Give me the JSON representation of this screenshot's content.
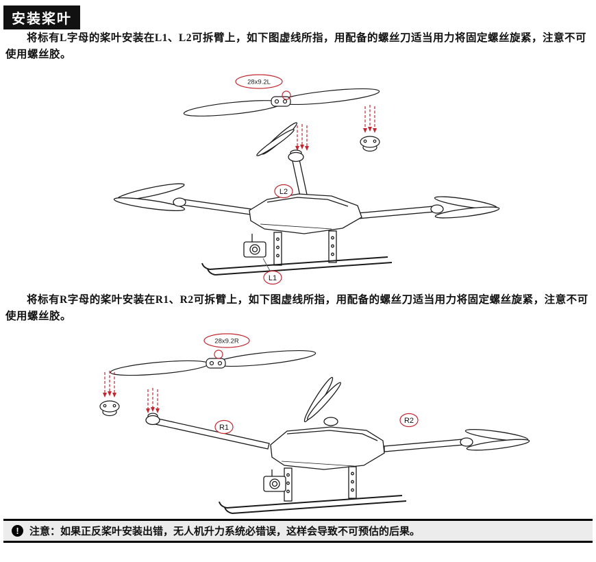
{
  "header": {
    "title": "安装桨叶"
  },
  "sections": {
    "l": {
      "paragraph": "将标有L字母的桨叶安装在L1、L2可拆臂上，如下图虚线所指，用配备的螺丝刀适当用力将固定螺丝旋紧，注意不可使用螺丝胶。",
      "propeller_label": "28x9.2L",
      "arm_label_top": "L2",
      "arm_label_bottom": "L1"
    },
    "r": {
      "paragraph": "将标有R字母的桨叶安装在R1、R2可拆臂上，如下图虚线所指，用配备的螺丝刀适当用力将固定螺丝旋紧，注意不可使用螺丝胶。",
      "propeller_label": "28x9.2R",
      "arm_label_left": "R1",
      "arm_label_right": "R2"
    }
  },
  "note": {
    "icon": "exclamation-circle-icon",
    "icon_glyph": "!",
    "text": "注意：如果正反桨叶安装出错，无人机升力系统必错误，这样会导致不可预估的后果。"
  },
  "colors": {
    "annotation_red": "#c22730",
    "line_art": "#1a1a1a",
    "note_background": "#ececec",
    "header_background": "#111111"
  }
}
